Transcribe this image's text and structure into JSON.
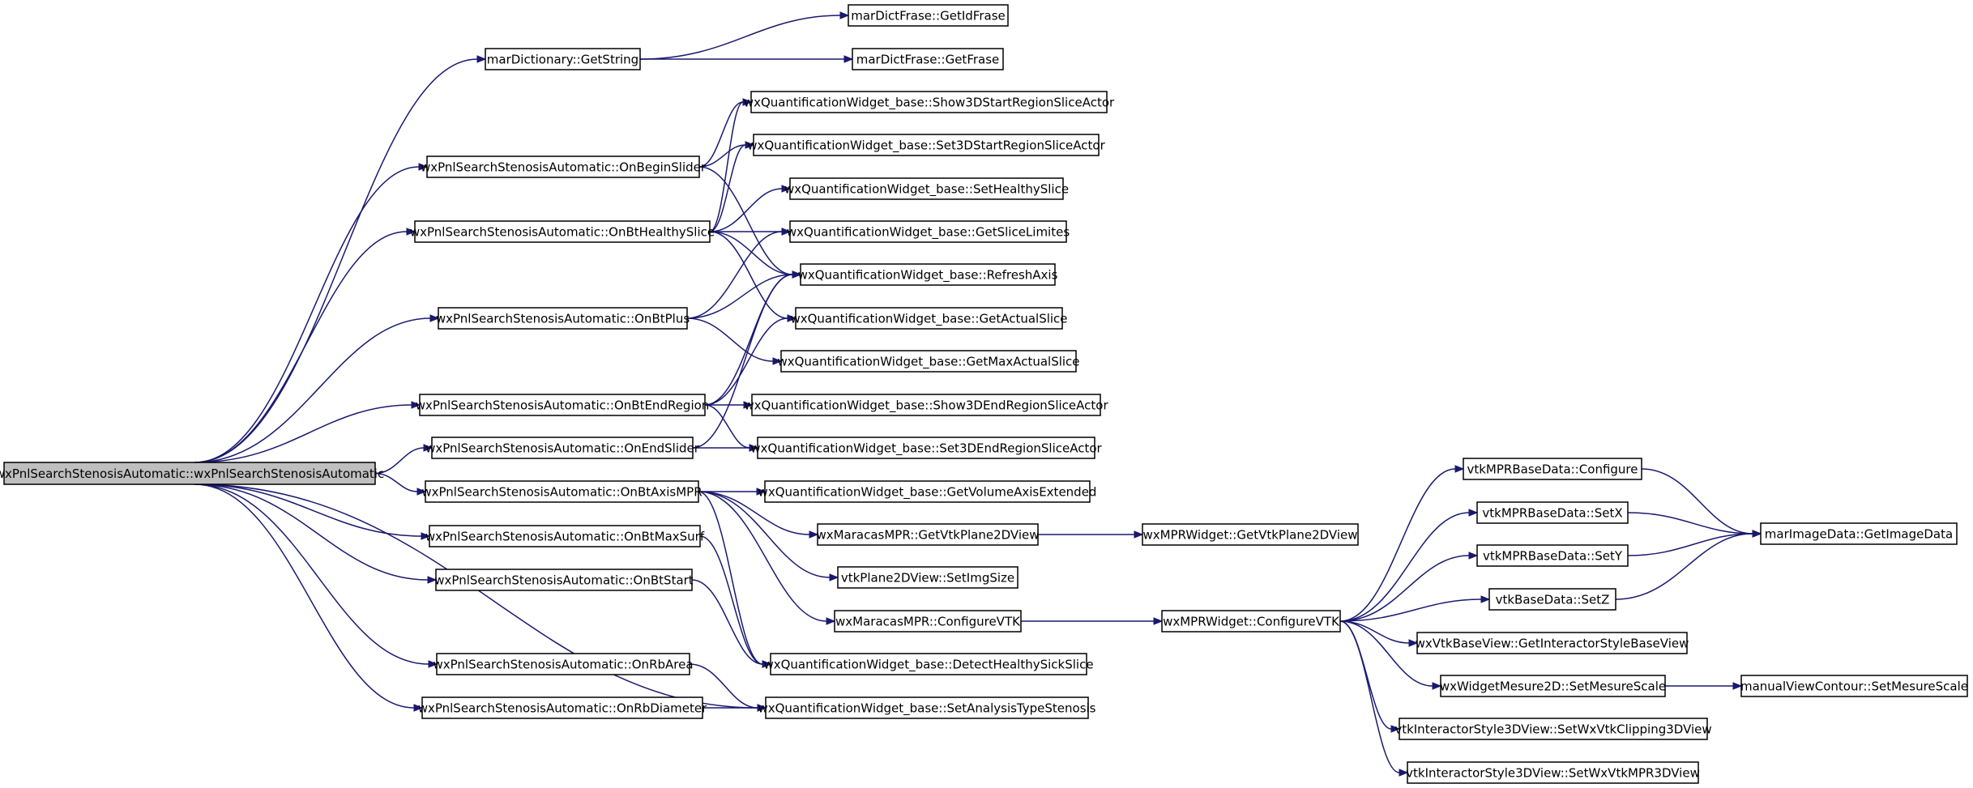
{
  "diagram": {
    "colors": {
      "edge": "#191970",
      "root_fill": "#bfbfbf",
      "node_fill": "#ffffff",
      "border": "#000000"
    },
    "nodes": [
      {
        "id": "root",
        "label": "wxPnlSearchStenosisAutomatic::wxPnlSearchStenosisAutomatic",
        "root": true
      },
      {
        "id": "getstring",
        "label": "marDictionary::GetString"
      },
      {
        "id": "getidfrase",
        "label": "marDictFrase::GetIdFrase"
      },
      {
        "id": "getfrase",
        "label": "marDictFrase::GetFrase"
      },
      {
        "id": "show3dstart",
        "label": "wxQuantificationWidget_base::Show3DStartRegionSliceActor"
      },
      {
        "id": "onbeginslider",
        "label": "wxPnlSearchStenosisAutomatic::OnBeginSlider"
      },
      {
        "id": "set3dstart",
        "label": "wxQuantificationWidget_base::Set3DStartRegionSliceActor"
      },
      {
        "id": "sethealthy",
        "label": "wxQuantificationWidget_base::SetHealthySlice"
      },
      {
        "id": "onbthealthy",
        "label": "wxPnlSearchStenosisAutomatic::OnBtHealthySlice"
      },
      {
        "id": "getslicelimites",
        "label": "wxQuantificationWidget_base::GetSliceLimites"
      },
      {
        "id": "refreshaxis",
        "label": "wxQuantificationWidget_base::RefreshAxis"
      },
      {
        "id": "onbtplus",
        "label": "wxPnlSearchStenosisAutomatic::OnBtPlus"
      },
      {
        "id": "getactualslice",
        "label": "wxQuantificationWidget_base::GetActualSlice"
      },
      {
        "id": "getmaxactual",
        "label": "wxQuantificationWidget_base::GetMaxActualSlice"
      },
      {
        "id": "onbtendregion",
        "label": "wxPnlSearchStenosisAutomatic::OnBtEndRegion"
      },
      {
        "id": "show3dend",
        "label": "wxQuantificationWidget_base::Show3DEndRegionSliceActor"
      },
      {
        "id": "onendslider",
        "label": "wxPnlSearchStenosisAutomatic::OnEndSlider"
      },
      {
        "id": "set3dend",
        "label": "wxQuantificationWidget_base::Set3DEndRegionSliceActor"
      },
      {
        "id": "onbtaxismpr",
        "label": "wxPnlSearchStenosisAutomatic::OnBtAxisMPR"
      },
      {
        "id": "getvolumeaxis",
        "label": "wxQuantificationWidget_base::GetVolumeAxisExtended"
      },
      {
        "id": "getvtkplane2d",
        "label": "wxMaracasMPR::GetVtkPlane2DView"
      },
      {
        "id": "mprgetvtkplane2d",
        "label": "wxMPRWidget::GetVtkPlane2DView"
      },
      {
        "id": "onbtmaxsurf",
        "label": "wxPnlSearchStenosisAutomatic::OnBtMaxSurf"
      },
      {
        "id": "setimgsize",
        "label": "vtkPlane2DView::SetImgSize"
      },
      {
        "id": "onbtstart",
        "label": "wxPnlSearchStenosisAutomatic::OnBtStart"
      },
      {
        "id": "configurevtk",
        "label": "wxMaracasMPR::ConfigureVTK"
      },
      {
        "id": "mprconfigurevtk",
        "label": "wxMPRWidget::ConfigureVTK"
      },
      {
        "id": "detecthealthy",
        "label": "wxQuantificationWidget_base::DetectHealthySickSlice"
      },
      {
        "id": "onrbarea",
        "label": "wxPnlSearchStenosisAutomatic::OnRbArea"
      },
      {
        "id": "onrbdiameter",
        "label": "wxPnlSearchStenosisAutomatic::OnRbDiameter"
      },
      {
        "id": "setanalysis",
        "label": "wxQuantificationWidget_base::SetAnalysisTypeStenosis"
      },
      {
        "id": "mprconfigure",
        "label": "vtkMPRBaseData::Configure"
      },
      {
        "id": "mprsetx",
        "label": "vtkMPRBaseData::SetX"
      },
      {
        "id": "getimagedata",
        "label": "marImageData::GetImageData"
      },
      {
        "id": "mprsety",
        "label": "vtkMPRBaseData::SetY"
      },
      {
        "id": "basesetz",
        "label": "vtkBaseData::SetZ"
      },
      {
        "id": "getinteractor",
        "label": "wxVtkBaseView::GetInteractorStyleBaseView"
      },
      {
        "id": "setmesurescale",
        "label": "wxWidgetMesure2D::SetMesureScale"
      },
      {
        "id": "manualsetmesure",
        "label": "manualViewContour::SetMesureScale"
      },
      {
        "id": "setclipping",
        "label": "vtkInteractorStyle3DView::SetWxVtkClipping3DView"
      },
      {
        "id": "setmpr3d",
        "label": "vtkInteractorStyle3DView::SetWxVtkMPR3DView"
      }
    ]
  }
}
